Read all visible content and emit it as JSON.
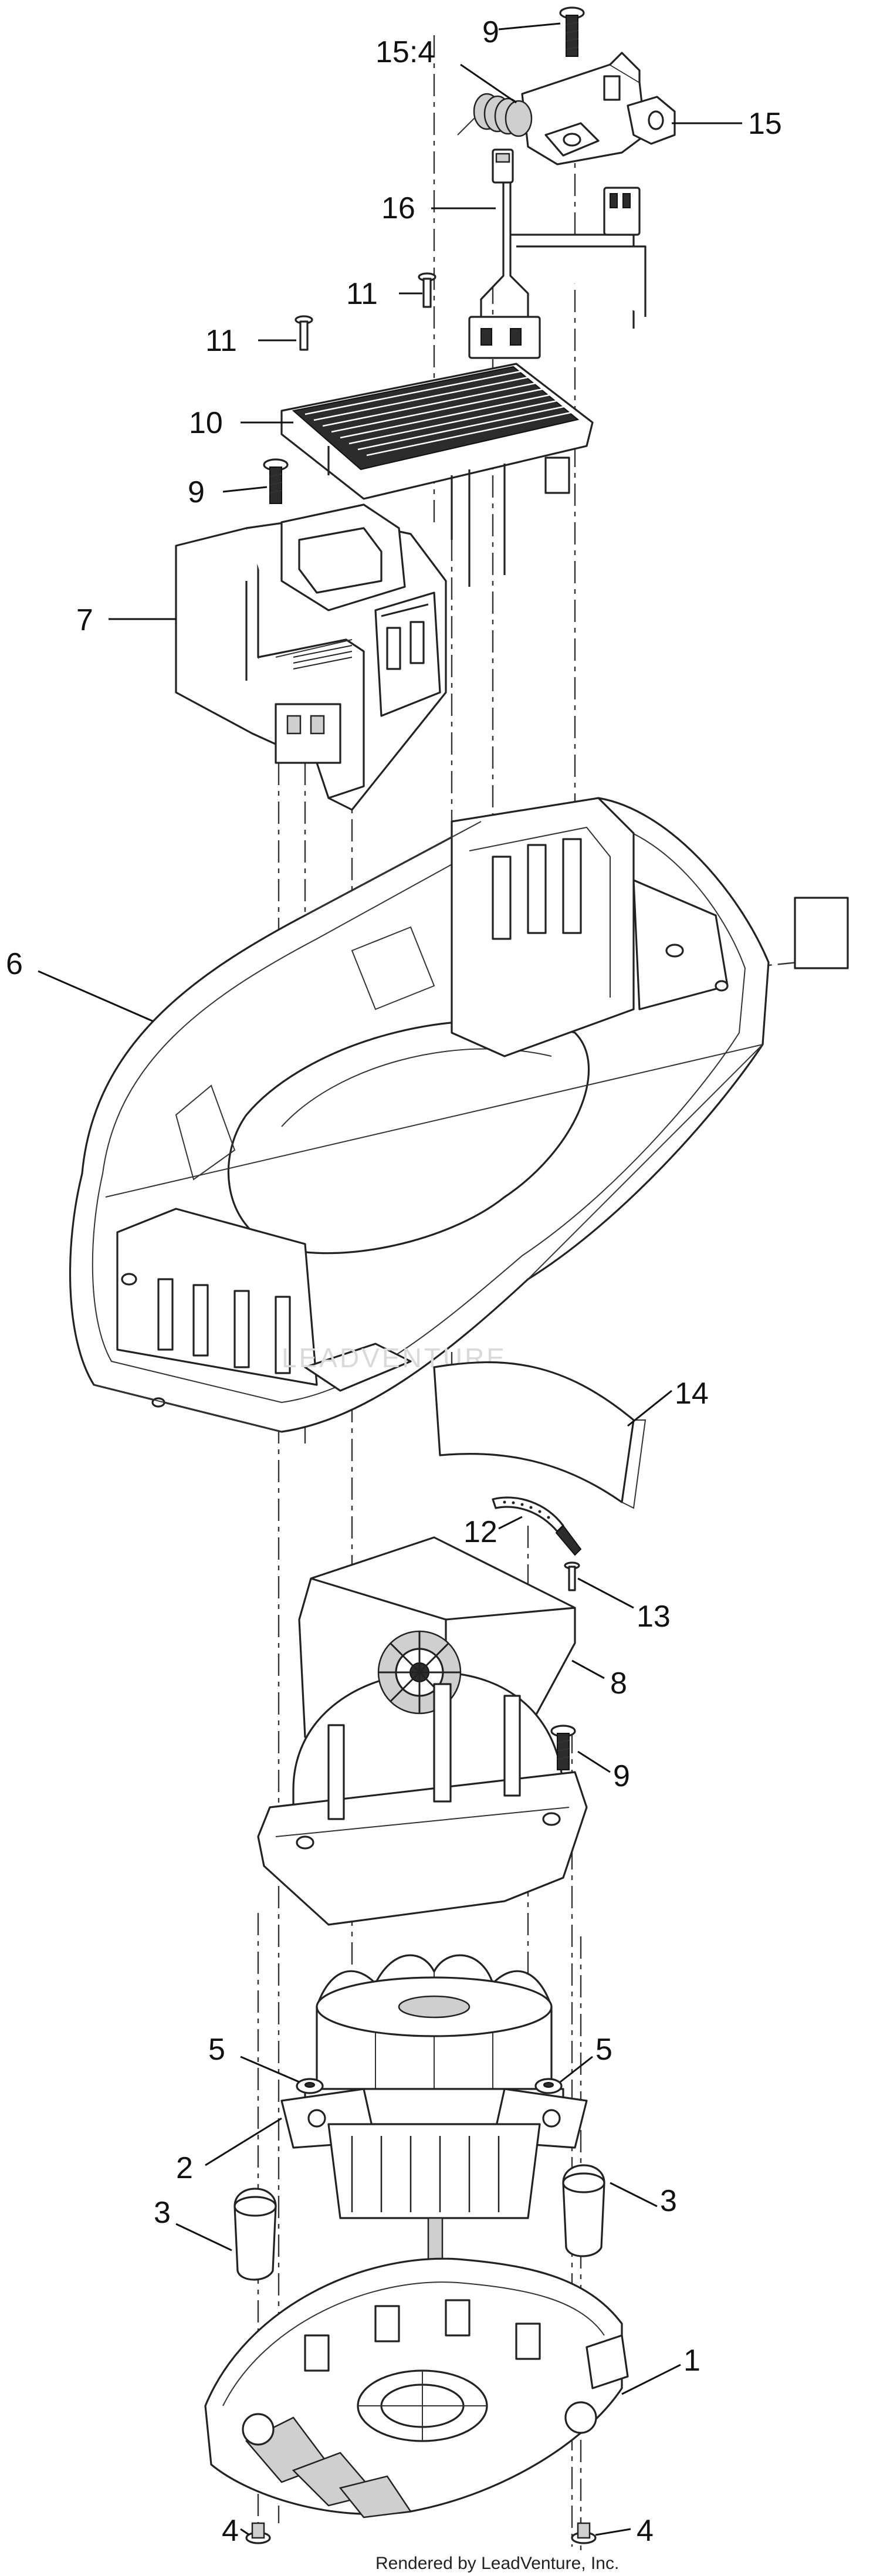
{
  "callouts": {
    "c1": "1",
    "c2": "2",
    "c3a": "3",
    "c3b": "3",
    "c4a": "4",
    "c4b": "4",
    "c5a": "5",
    "c5b": "5",
    "c6": "6",
    "c7": "7",
    "c8": "8",
    "c9a": "9",
    "c9b": "9",
    "c9c": "9",
    "c10": "10",
    "c11a": "11",
    "c11b": "11",
    "c12": "12",
    "c13": "13",
    "c14": "14",
    "c15": "15",
    "c15_4": "15:4",
    "c16": "16"
  },
  "watermark": "LEADVENTURE",
  "footer": "Rendered by LeadVenture, Inc."
}
